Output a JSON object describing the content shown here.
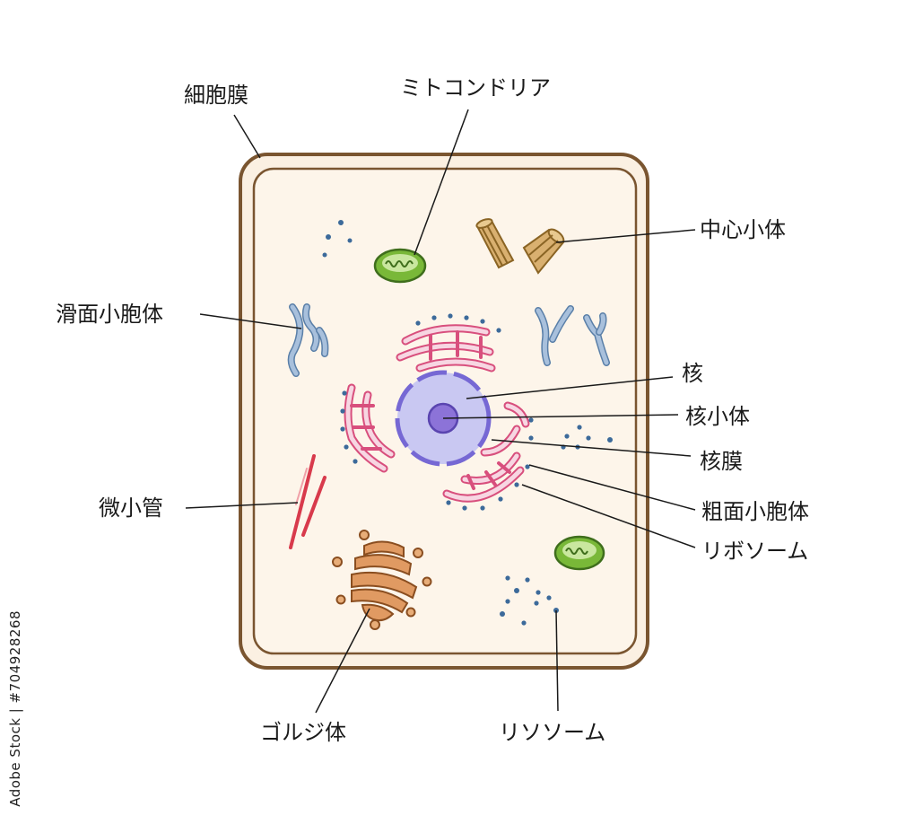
{
  "labels": {
    "cell_membrane": "細胞膜",
    "mitochondria": "ミトコンドリア",
    "centriole": "中心小体",
    "smooth_er": "滑面小胞体",
    "nucleus": "核",
    "nucleolus": "核小体",
    "nuclear_envelope": "核膜",
    "rough_er": "粗面小胞体",
    "ribosome": "リボソーム",
    "microtubule": "微小管",
    "golgi": "ゴルジ体",
    "lysosome": "リソソーム"
  },
  "stock_id": "Adobe Stock | #704928268",
  "colors": {
    "membrane": "#7a5530",
    "cytoplasm": "#fcf3e7",
    "rough_er": "#d84f7d",
    "rough_er_fill": "#f7d6e2",
    "ribosome": "#3c6a9a",
    "nucleus_fill": "#c9c8f2",
    "nucleus_stroke": "#7668d4",
    "nucleolus": "#8c73d8",
    "mitochondria": "#79b838",
    "centriole": "#c99a52",
    "smooth_er": "#a8c0dc",
    "microtubule": "#d83a4c",
    "golgi": "#e09a62"
  }
}
